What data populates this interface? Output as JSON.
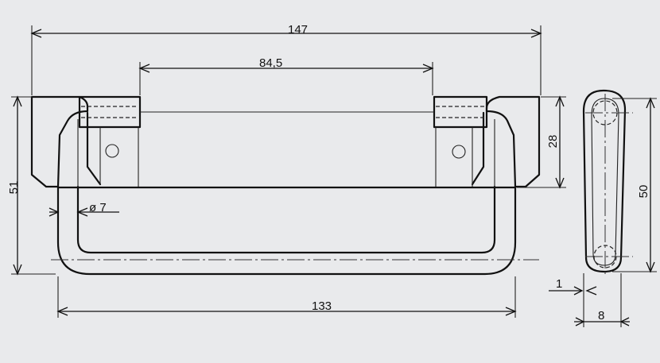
{
  "dimensions": {
    "overall_width": "147",
    "hole_spacing": "84,5",
    "inner_width": "133",
    "overall_height": "51",
    "bracket_height": "28",
    "rod_diameter": "ø 7",
    "side_height": "50",
    "side_thickness": "1",
    "side_width": "8"
  }
}
